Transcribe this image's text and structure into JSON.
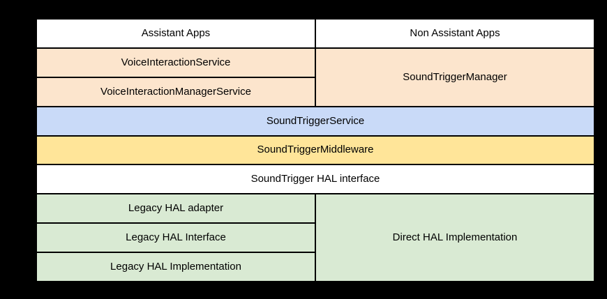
{
  "diagram": {
    "colors": {
      "background": "#000000",
      "grid_line": "#000000",
      "text": "#000000",
      "app_layer": "#ffffff",
      "framework_layer": "#fce5cd",
      "service_layer": "#c9daf8",
      "middleware_layer": "#ffe599",
      "hal_interface_layer": "#ffffff",
      "hal_impl_layer": "#d9ead3"
    },
    "cells": [
      {
        "label": "Assistant Apps",
        "color": "#ffffff"
      },
      {
        "label": "Non Assistant Apps",
        "color": "#ffffff"
      },
      {
        "label": "VoiceInteractionService",
        "color": "#fce5cd"
      },
      {
        "label": "SoundTriggerManager",
        "color": "#fce5cd"
      },
      {
        "label": "VoiceInteractionManagerService",
        "color": "#fce5cd"
      },
      {
        "label": "SoundTriggerService",
        "color": "#c9daf8"
      },
      {
        "label": "SoundTriggerMiddleware",
        "color": "#ffe599"
      },
      {
        "label": "SoundTrigger HAL interface",
        "color": "#ffffff"
      },
      {
        "label": "Legacy HAL adapter",
        "color": "#d9ead3"
      },
      {
        "label": "Direct HAL Implementation",
        "color": "#d9ead3"
      },
      {
        "label": "Legacy HAL Interface",
        "color": "#d9ead3"
      },
      {
        "label": "Legacy HAL Implementation",
        "color": "#d9ead3"
      }
    ]
  }
}
